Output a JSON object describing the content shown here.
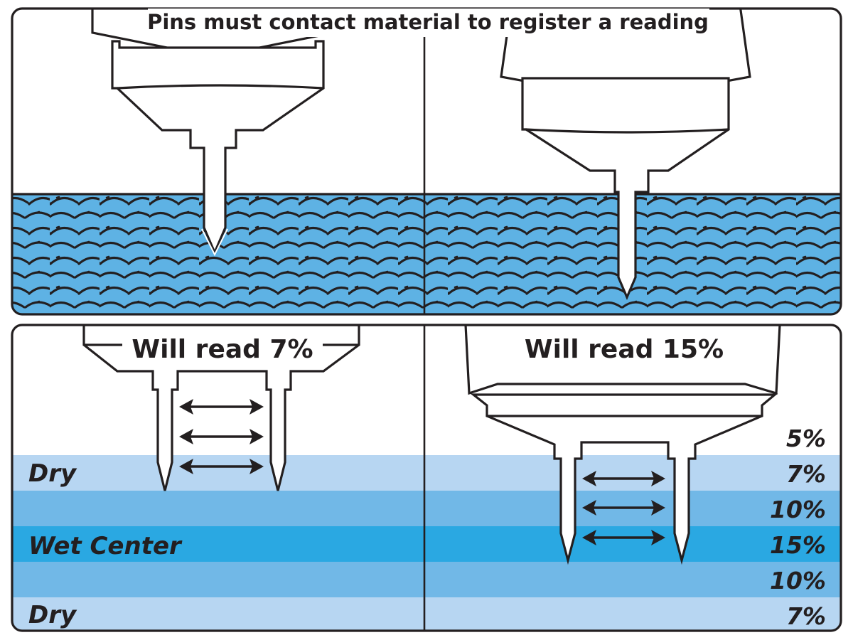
{
  "top_panel": {
    "caption": "Pins must contact material to register a reading"
  },
  "bottom_left": {
    "caption": "Will read 7%",
    "zones": [
      {
        "label": "Dry",
        "color": "#b7d6f2"
      },
      {
        "label": "",
        "color": "#71b8e7"
      },
      {
        "label": "Wet Center",
        "color": "#2aa8e2"
      },
      {
        "label": "",
        "color": "#71b8e7"
      },
      {
        "label": "Dry",
        "color": "#b7d6f2"
      }
    ]
  },
  "bottom_right": {
    "caption": "Will read 15%",
    "readings": [
      "5%",
      "7%",
      "10%",
      "15%",
      "10%",
      "7%"
    ]
  },
  "colors": {
    "material": "#5eb2e4",
    "outline": "#231f20"
  }
}
